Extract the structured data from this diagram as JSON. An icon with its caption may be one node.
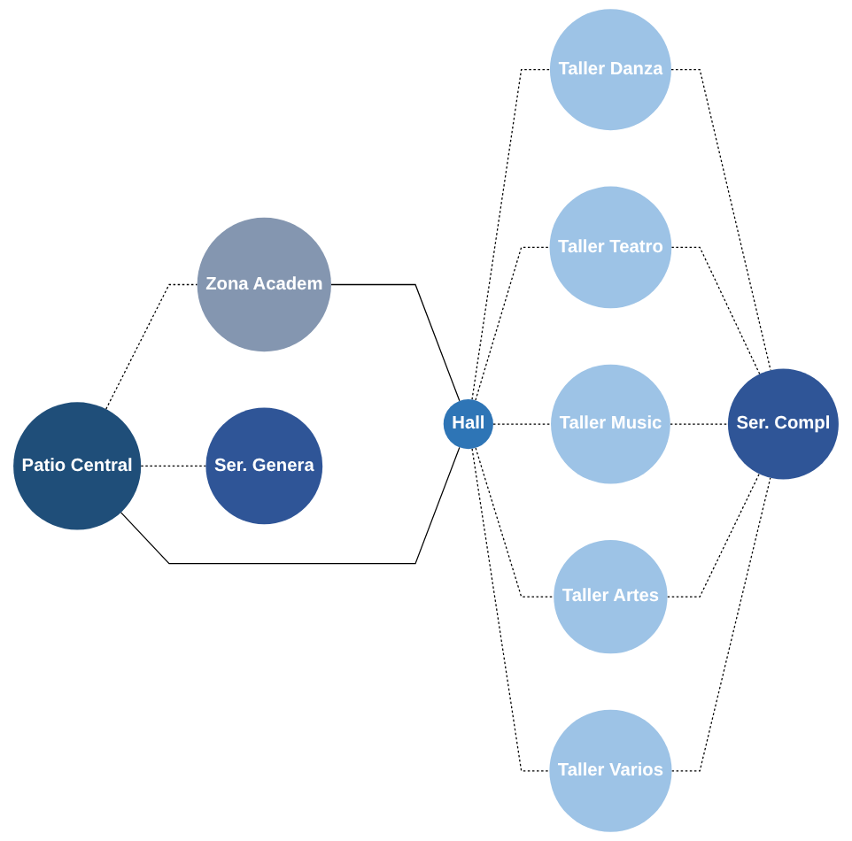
{
  "diagram": {
    "nodes": [
      {
        "text": [
          "Zona Academ"
        ]
      },
      {
        "text": [
          "Taller Danza"
        ]
      },
      {
        "text": [
          "Taller Teatro"
        ]
      },
      {
        "text": [
          "Patio Central"
        ]
      },
      {
        "text": [
          "Hall"
        ]
      },
      {
        "text": [
          "Taller Music"
        ]
      },
      {
        "text": [
          "Ser. Compl"
        ]
      },
      {
        "text": [
          "Taller Artes"
        ]
      },
      {
        "text": [
          "Taller Varios"
        ]
      },
      {
        "text": [
          "Ser. Genera"
        ]
      }
    ],
    "edges": [
      {
        "from": 3,
        "to": 0,
        "arrow": "none",
        "style": "dashed"
      },
      {
        "from": 0,
        "to": 4,
        "arrow": "none"
      },
      {
        "from": 3,
        "to": 4,
        "arrow": "none"
      },
      {
        "from": 3,
        "to": 9,
        "arrow": "none",
        "style": "dashed"
      },
      {
        "from": 4,
        "to": 1,
        "arrow": "none",
        "style": "dashed"
      },
      {
        "from": 4,
        "to": 2,
        "arrow": "none",
        "style": "dashed"
      },
      {
        "from": 4,
        "to": 5,
        "arrow": "none",
        "style": "dashed"
      },
      {
        "from": 4,
        "to": 7,
        "arrow": "none",
        "style": "dashed"
      },
      {
        "from": 4,
        "to": 8,
        "arrow": "none",
        "style": "dashed"
      },
      {
        "from": 1,
        "to": 6,
        "arrow": "none",
        "style": "dashed"
      },
      {
        "from": 2,
        "to": 6,
        "arrow": "none",
        "style": "dashed"
      },
      {
        "from": 5,
        "to": 6,
        "arrow": "none",
        "style": "dashed"
      },
      {
        "from": 7,
        "to": 6,
        "arrow": "none",
        "style": "dashed"
      },
      {
        "from": 8,
        "to": 6,
        "arrow": "none",
        "style": "dashed"
      }
    ]
  }
}
